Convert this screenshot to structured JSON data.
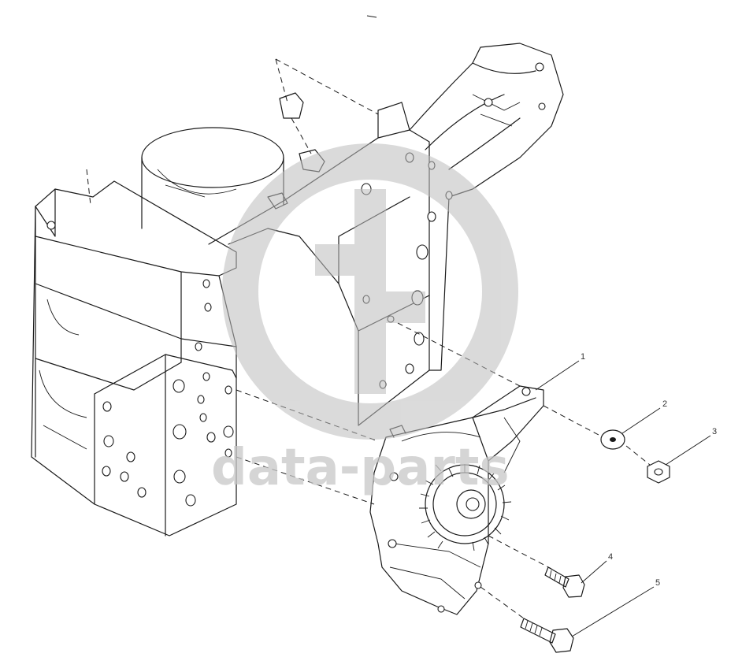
{
  "diagram": {
    "callouts": [
      {
        "id": "1",
        "label": "1"
      },
      {
        "id": "2",
        "label": "2"
      },
      {
        "id": "3",
        "label": "3"
      },
      {
        "id": "4",
        "label": "4"
      },
      {
        "id": "5",
        "label": "5"
      }
    ]
  },
  "watermark": {
    "text": "data-parts",
    "color": "#c8c8c8"
  }
}
